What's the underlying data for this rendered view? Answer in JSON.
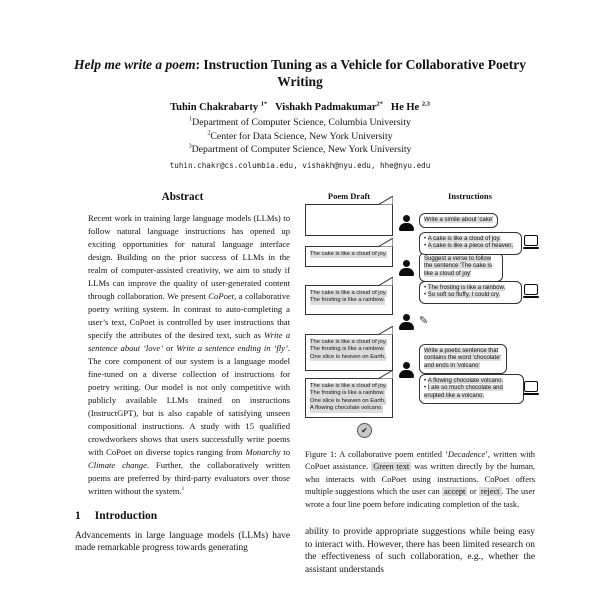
{
  "colors": {
    "page_bg": "#ffffff",
    "text": "#111111",
    "highlight": "#dcdcdc",
    "figure_border": "#333333"
  },
  "icons": {
    "user": "person-silhouette",
    "laptop": "laptop",
    "pencil": "✎",
    "check": "✔"
  },
  "paper": {
    "title_segments": [
      {
        "t": "Help me write a poem",
        "i": 1
      },
      {
        "t": ": Instruction Tuning as a Vehicle for Collaborative Poetry Writing"
      }
    ],
    "authors_segments": [
      {
        "t": "Tuhin Chakrabarty "
      },
      {
        "t": "1*",
        "sup": 1
      },
      {
        "t": "   Vishakh Padmakumar"
      },
      {
        "t": "2*",
        "sup": 1
      },
      {
        "t": "   He He "
      },
      {
        "t": "2,3",
        "sup": 1
      }
    ],
    "affiliations": [
      [
        {
          "t": "1",
          "sup": 1
        },
        {
          "t": "Department of Computer Science, Columbia University"
        }
      ],
      [
        {
          "t": "2",
          "sup": 1
        },
        {
          "t": "Center for Data Science, New York University"
        }
      ],
      [
        {
          "t": "3",
          "sup": 1
        },
        {
          "t": "Department of Computer Science, New York University"
        }
      ]
    ],
    "emails": "tuhin.chakr@cs.columbia.edu, vishakh@nyu.edu, hhe@nyu.edu"
  },
  "abstract": {
    "heading": "Abstract",
    "segments": [
      {
        "t": "Recent work in training large language models (LLMs) to follow natural language instructions has opened up exciting opportunities for natural language interface design. Building on the prior success of LLMs in the realm of computer-assisted creativity, we aim to study if LLMs can improve the quality of user-generated content through collaboration. We present "
      },
      {
        "t": "CoPoet",
        "i": 1
      },
      {
        "t": ", a collaborative poetry writing system. In contrast to auto-completing a user’s text, CoPoet is controlled by user instructions that specify the attributes of the desired text, such as "
      },
      {
        "t": "Write a sentence about ‘love’",
        "i": 1
      },
      {
        "t": " or "
      },
      {
        "t": "Write a sentence ending in ‘fly’",
        "i": 1
      },
      {
        "t": ". The core component of our system is a language model fine-tuned on a diverse collection of instructions for poetry writing. Our model is not only competitive with publicly available LLMs trained on instructions (InstructGPT), but is also capable of satisfying unseen compositional instructions. A study with 15 qualified crowdworkers shows that users successfully write poems with CoPoet on diverse topics ranging from "
      },
      {
        "t": "Monarchy",
        "i": 1
      },
      {
        "t": " to "
      },
      {
        "t": "Climate change",
        "i": 1
      },
      {
        "t": ". Further, the collaboratively written poems are preferred by third-party evaluators over those written without the system."
      },
      {
        "t": "1",
        "sup": 1
      }
    ]
  },
  "intro": {
    "number": "1",
    "title": "Introduction",
    "text": "Advancements in large language models (LLMs) have made remarkable progress towards generating"
  },
  "figure": {
    "col1_header": "Poem Draft",
    "col2_header": "Instructions",
    "drafts": [
      [],
      [
        "The cake is like a cloud of joy."
      ],
      [
        "The cake is like a cloud of joy.",
        "The frosting is like a rainbow."
      ],
      [
        "The cake is like a cloud of joy.",
        "The frosting is like a rainbow.",
        "One slice is heaven on Earth,"
      ],
      [
        "The cake is like a cloud of joy.",
        "The frosting is like a rainbow.",
        "One slice is heaven on Earth,",
        "A flowing chocolate volcano."
      ]
    ],
    "instructions": [
      "Write a simile about 'cake'",
      "Suggest a verse to follow the sentence 'The cake is like a cloud of joy'",
      "Write a poetic sentence that contains the word 'chocolate' and ends in 'volcano'"
    ],
    "suggestions": [
      [
        "A cake is like a cloud of joy.",
        "A cake is like a piece of heaven."
      ],
      [
        "The frosting is like a rainbow.",
        "So soft so fluffy, I could cry."
      ],
      [
        "A flowing chocolate volcano.",
        "I ate so much chocolate and erupted like a volcano."
      ]
    ],
    "caption_segments": [
      {
        "t": "Figure 1: A collaborative poem entitled ’"
      },
      {
        "t": "Decadence",
        "i": 1
      },
      {
        "t": "’, written with CoPoet assistance. "
      },
      {
        "t": "Green text",
        "hl": 1
      },
      {
        "t": " was written directly by the human, who interacts with CoPoet using instructions. CoPoet offers multiple suggestions which the user can "
      },
      {
        "t": "accept",
        "hl": 1
      },
      {
        "t": " or "
      },
      {
        "t": "reject",
        "hl": 1
      },
      {
        "t": ". The user wrote a four line poem before indicating completion of the task."
      }
    ]
  },
  "body_right": "ability to provide appropriate suggestions while being easy to interact with. However, there has been limited research on the effectiveness of such collaboration, e.g., whether the assistant understands"
}
